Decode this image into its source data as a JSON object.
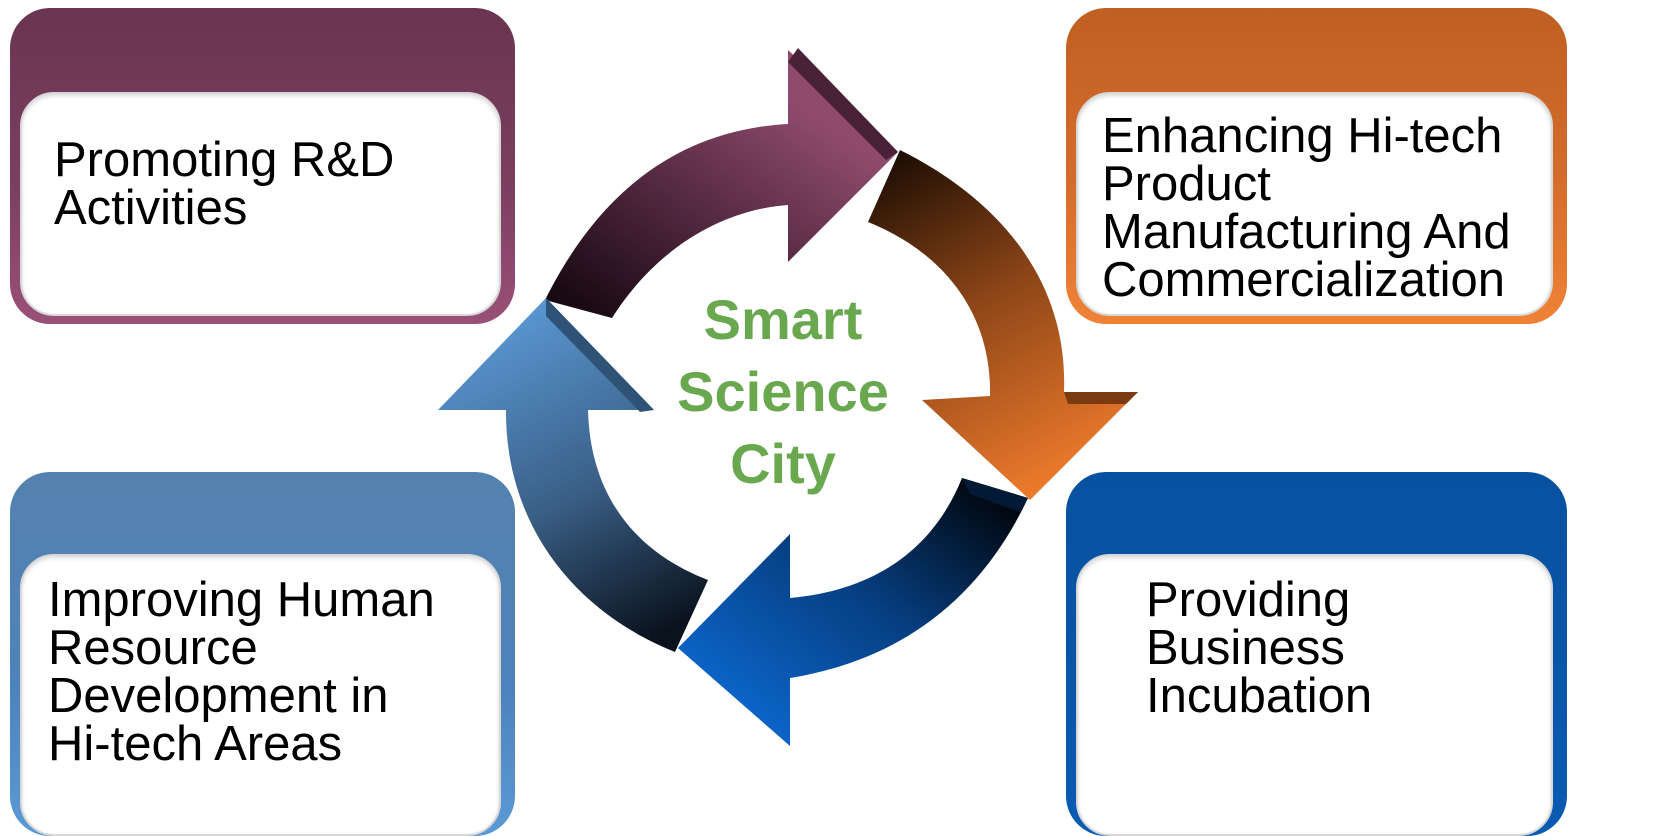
{
  "center": {
    "title": "Smart\nScience\nCity",
    "color": "#6aa84f"
  },
  "boxes": {
    "top_left": {
      "label": "Promoting R&D\nActivities",
      "color": "#7b3e5f"
    },
    "top_right": {
      "label": "Enhancing Hi-tech\nProduct\nManufacturing And\nCommercialization",
      "color": "#d46d2b"
    },
    "bottom_left": {
      "label": "Improving Human\nResource\nDevelopment in\nHi-tech Areas",
      "color": "#4d83bc"
    },
    "bottom_right": {
      "label": "Providing\nBusiness\nIncubation",
      "color": "#0756a8"
    }
  },
  "arrows": [
    {
      "name": "purple",
      "colors": [
        "#200d18",
        "#8e4a6d"
      ]
    },
    {
      "name": "orange",
      "colors": [
        "#2a1205",
        "#ef7b2c"
      ]
    },
    {
      "name": "blue",
      "colors": [
        "#010811",
        "#0b63c6"
      ]
    },
    {
      "name": "light-blue",
      "colors": [
        "#0c1520",
        "#5b9ad6"
      ]
    }
  ]
}
